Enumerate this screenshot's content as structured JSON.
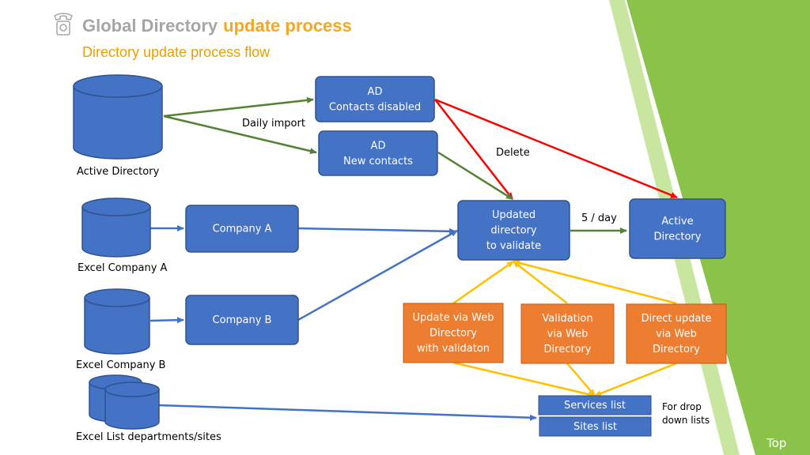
{
  "header": {
    "title_gray": "Global Directory",
    "title_orange": "update process",
    "subtitle": "Directory update process flow",
    "icon": "telephone-icon"
  },
  "sources": {
    "active_directory": "Active Directory",
    "excel_a": "Excel Company A",
    "excel_b": "Excel Company B",
    "excel_list": "Excel List departments/sites"
  },
  "nodes": {
    "ad_disabled": [
      "AD",
      "Contacts disabled"
    ],
    "ad_new": [
      "AD",
      "New contacts"
    ],
    "company_a": [
      "Company A"
    ],
    "company_b": [
      "Company B"
    ],
    "updated_dir": [
      "Updated",
      "directory",
      "to validate"
    ],
    "active_dir": [
      "Active",
      "Directory"
    ],
    "update_web": [
      "Update via Web",
      "Directory",
      "with validaton"
    ],
    "validation_web": [
      "Validation",
      "via Web",
      "Directory"
    ],
    "direct_update": [
      "Direct update",
      "via Web",
      "Directory"
    ],
    "services_list": [
      "Services list"
    ],
    "sites_list": [
      "Sites list"
    ]
  },
  "edge_labels": {
    "daily_import": "Daily import",
    "delete": "Delete",
    "five_per_day": "5 / day",
    "for_drop": [
      "For drop",
      "down lists"
    ]
  },
  "nav": {
    "top": "Top"
  },
  "colors": {
    "blue": "#4472c4",
    "orange": "#ed7d31",
    "green_arrow": "#548235",
    "red_arrow": "#ff0000",
    "yellow_arrow": "#ffc000",
    "accent_green": "#8bc34a"
  }
}
